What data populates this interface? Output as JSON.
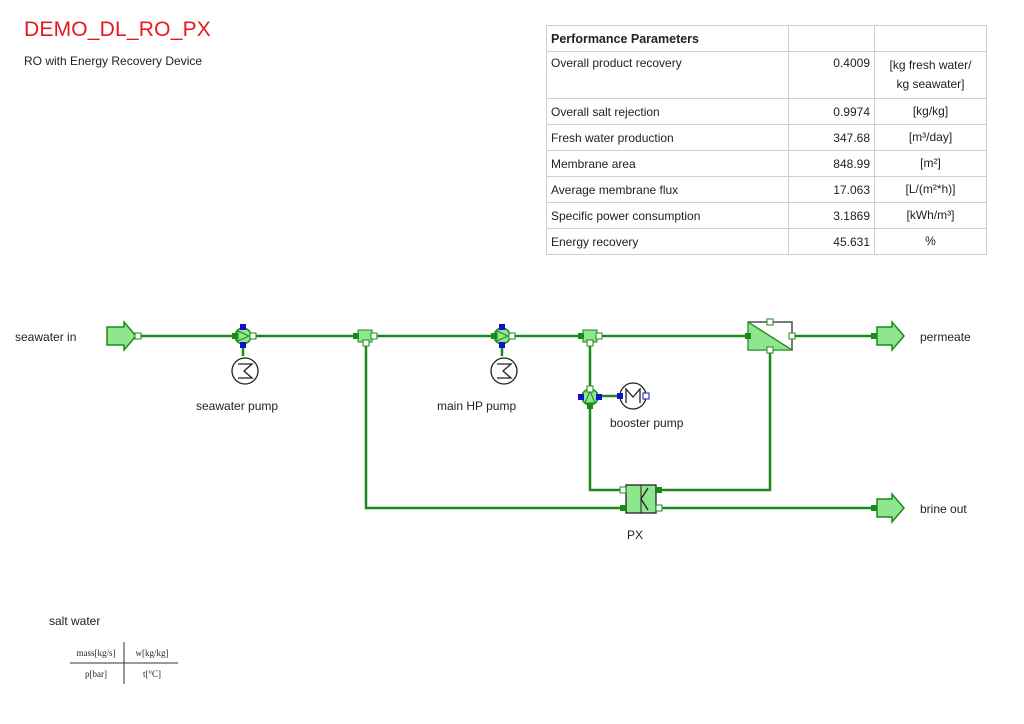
{
  "header": {
    "title": "DEMO_DL_RO_PX",
    "subtitle": "RO with Energy Recovery Device"
  },
  "performance": {
    "heading": "Performance Parameters",
    "rows": [
      {
        "label": "Overall product recovery",
        "value": "0.4009",
        "unit_l1": "[kg fresh water/",
        "unit_l2": "kg seawater]"
      },
      {
        "label": "Overall salt rejection",
        "value": "0.9974",
        "unit": "[kg/kg]"
      },
      {
        "label": "Fresh water production",
        "value": "347.68",
        "unit": "[m³/day]"
      },
      {
        "label": "Membrane area",
        "value": "848.99",
        "unit": "[m²]"
      },
      {
        "label": "Average membrane flux",
        "value": "17.063",
        "unit": "[L/(m²*h)]"
      },
      {
        "label": "Specific power consumption",
        "value": "3.1869",
        "unit": "[kWh/m³]"
      },
      {
        "label": "Energy recovery",
        "value": "45.631",
        "unit": "%"
      }
    ]
  },
  "flowsheet": {
    "labels": {
      "seawater_in": "seawater in",
      "permeate": "permeate",
      "brine_out": "brine out",
      "seawater_pump": "seawater pump",
      "main_hp_pump": "main HP pump",
      "booster_pump": "booster pump",
      "px": "PX"
    },
    "colors": {
      "stream": "#1a8a1a",
      "fill": "#8ee68e",
      "connector": "#1111cc",
      "title_red": "#e8181c"
    },
    "icons": [
      "arrow-source-icon",
      "arrow-sink-icon",
      "pump-icon",
      "motor-icon",
      "mixer-icon",
      "splitter-icon",
      "membrane-module-icon",
      "pressure-exchanger-icon"
    ]
  },
  "legend": {
    "title": "salt water",
    "cells": {
      "top_left": "mass[kg/s]",
      "top_right": "w[kg/kg]",
      "bottom_left": "p[bar]",
      "bottom_right": "t[°C]"
    }
  }
}
